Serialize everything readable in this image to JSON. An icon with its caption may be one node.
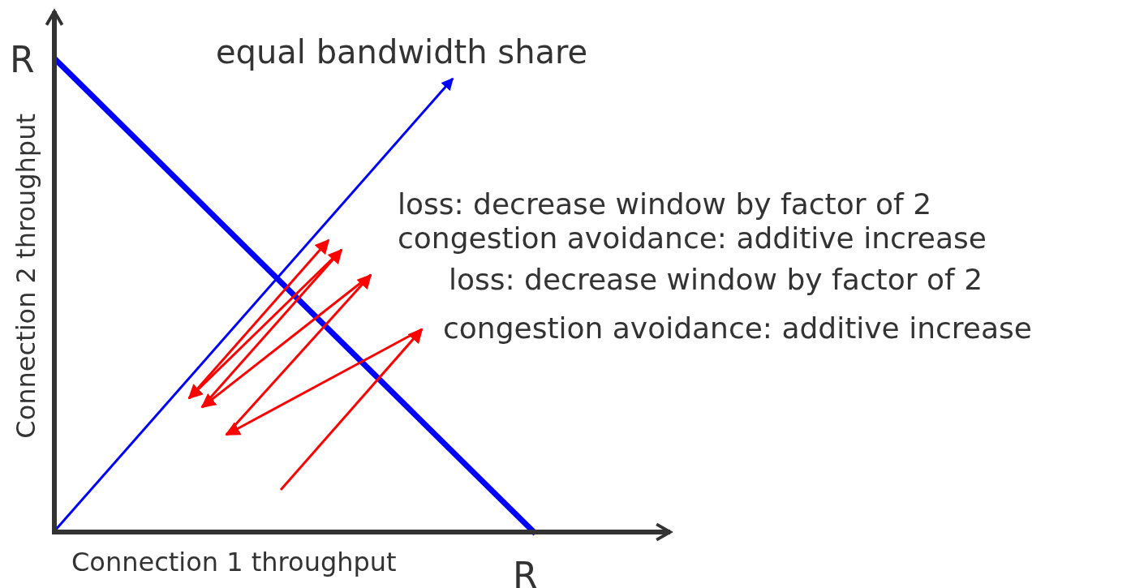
{
  "diagram": {
    "labels": [
      "R",
      "equal bandwidth share",
      "loss: decrease window by factor of 2",
      "congestion avoidance: additive increase",
      "loss: decrease window by factor of 2",
      "congestion avoidance: additive increase",
      "Connection 2 throughput",
      "Connection 1 throughput",
      "R"
    ]
  }
}
